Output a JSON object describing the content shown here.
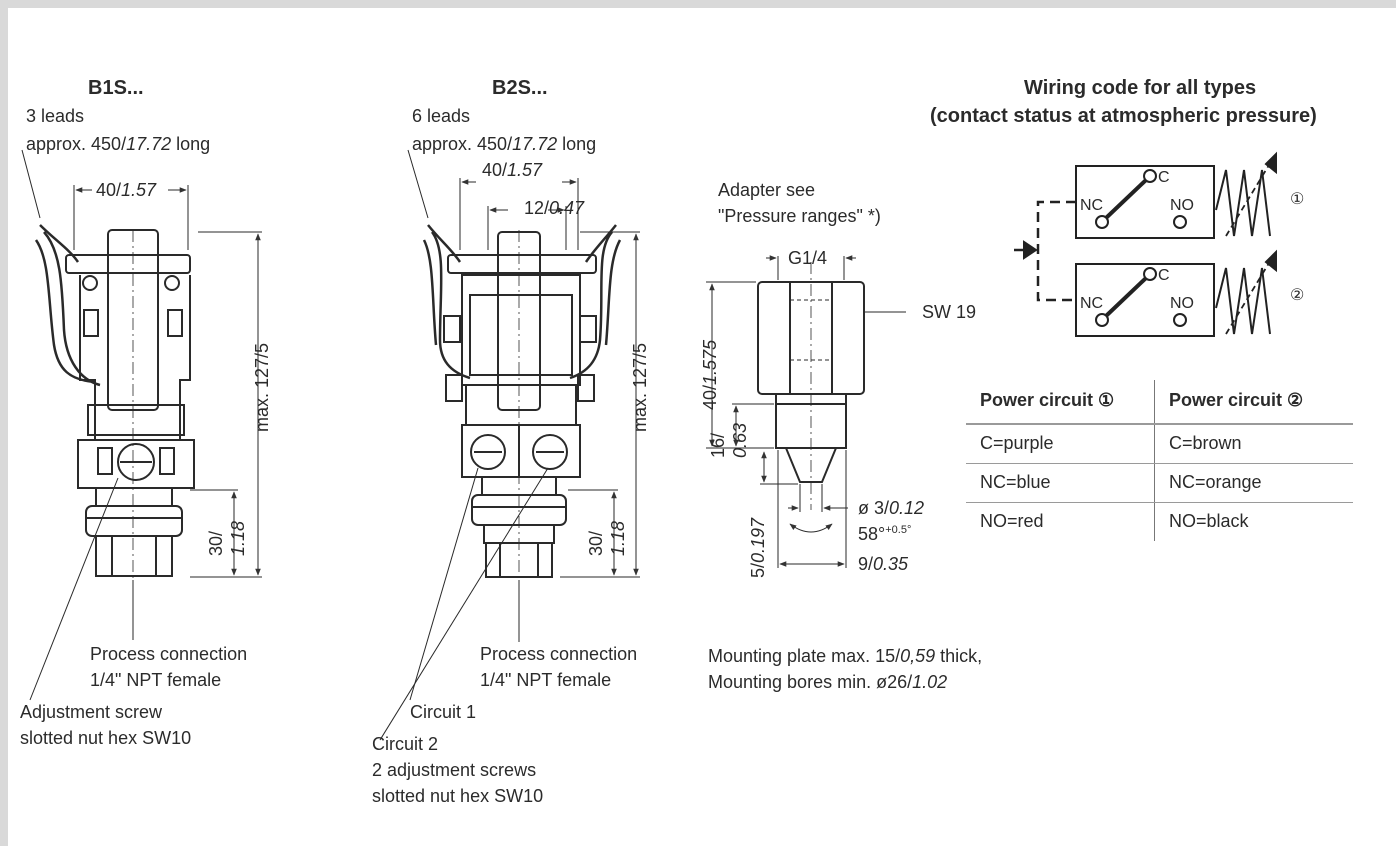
{
  "b1s": {
    "title": "B1S...",
    "leads_line1": "3 leads",
    "leads_line2a": "approx. 450/",
    "leads_line2b": "17.72",
    "leads_line2c": " long",
    "dim_width_a": "40/",
    "dim_width_b": "1.57",
    "dim_height": "max. 127/5",
    "dim_conn_a": "30/",
    "dim_conn_b": "1.18",
    "process_line1": "Process connection",
    "process_line2": "1/4\" NPT female",
    "adjust_line1": "Adjustment screw",
    "adjust_line2": "slotted nut hex SW10"
  },
  "b2s": {
    "title": "B2S...",
    "leads_line1": "6 leads",
    "leads_line2a": "approx. 450/",
    "leads_line2b": "17.72",
    "leads_line2c": " long",
    "dim_width_a": "40/",
    "dim_width_b": "1.57",
    "dim_inner_a": "12/",
    "dim_inner_b": "0.47",
    "dim_height": "max. 127/5",
    "dim_conn_a": "30/",
    "dim_conn_b": "1.18",
    "process_line1": "Process connection",
    "process_line2": "1/4\" NPT female",
    "circuit1": "Circuit 1",
    "circuit2": "Circuit 2",
    "adjust_line1": "2 adjustment screws",
    "adjust_line2": "slotted nut hex SW10"
  },
  "adapter": {
    "note_line1": "Adapter see",
    "note_line2": "\"Pressure ranges\" *)",
    "thread": "G1/4",
    "hex": "SW 19",
    "dim_height_a": "40/",
    "dim_height_b": "1.575",
    "dim_thread_a": "16/",
    "dim_thread_b": "0.63",
    "dim_tip_a": "5/",
    "dim_tip_b": "0.197",
    "dim_dia_a": "ø 3/",
    "dim_dia_b": "0.12",
    "dim_angle": "58°",
    "dim_angle_tol": "+0.5°",
    "dim_len_a": "9/",
    "dim_len_b": "0.35",
    "mount_line1a": "Mounting plate max. 15/",
    "mount_line1b": "0,59",
    "mount_line1c": " thick,",
    "mount_line2a": "Mounting bores min. ø26/",
    "mount_line2b": "1.02"
  },
  "wiring": {
    "title_line1": "Wiring code for all types",
    "title_line2": "(contact status at atmospheric pressure)",
    "nc": "NC",
    "no": "NO",
    "c": "C",
    "circle1": "①",
    "circle2": "②",
    "table": {
      "headers": [
        "Power circuit ①",
        "Power circuit ②"
      ],
      "rows": [
        [
          "C=purple",
          "C=brown"
        ],
        [
          "NC=blue",
          "NC=orange"
        ],
        [
          "NO=red",
          "NO=black"
        ]
      ]
    }
  }
}
